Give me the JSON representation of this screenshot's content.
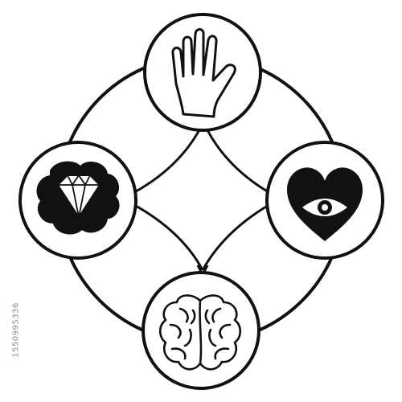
{
  "diagram": {
    "nodes": [
      {
        "id": "top",
        "icon": "hand-icon"
      },
      {
        "id": "right",
        "icon": "heart-eye-icon"
      },
      {
        "id": "bottom",
        "icon": "brain-icon"
      },
      {
        "id": "left",
        "icon": "diamond-cloud-icon"
      }
    ],
    "colors": {
      "stroke": "#111111",
      "background": "#ffffff"
    }
  },
  "overlay": {
    "stock_id": "1550995336"
  }
}
